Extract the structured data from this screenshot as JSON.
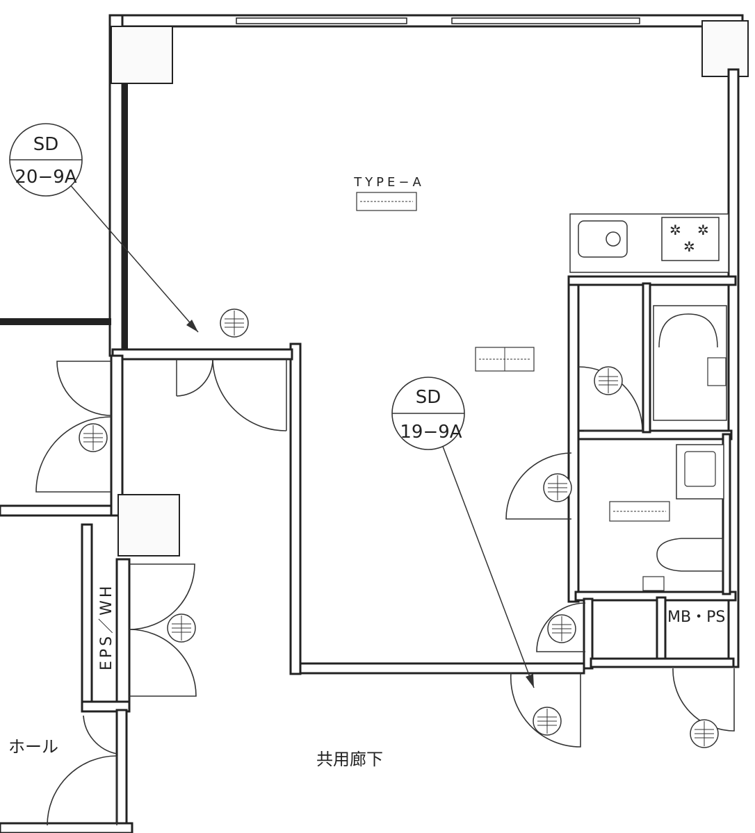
{
  "plan": {
    "unit_type_label": "TYPE−A",
    "section_marker_1": {
      "top": "SD",
      "bottom": "20−9A"
    },
    "section_marker_2": {
      "top": "SD",
      "bottom": "19−9A"
    },
    "eps_label": "EPS／WH",
    "mb_ps_label": "MB・PS",
    "hall_label": "ホール",
    "corridor_label": "共用廊下"
  }
}
